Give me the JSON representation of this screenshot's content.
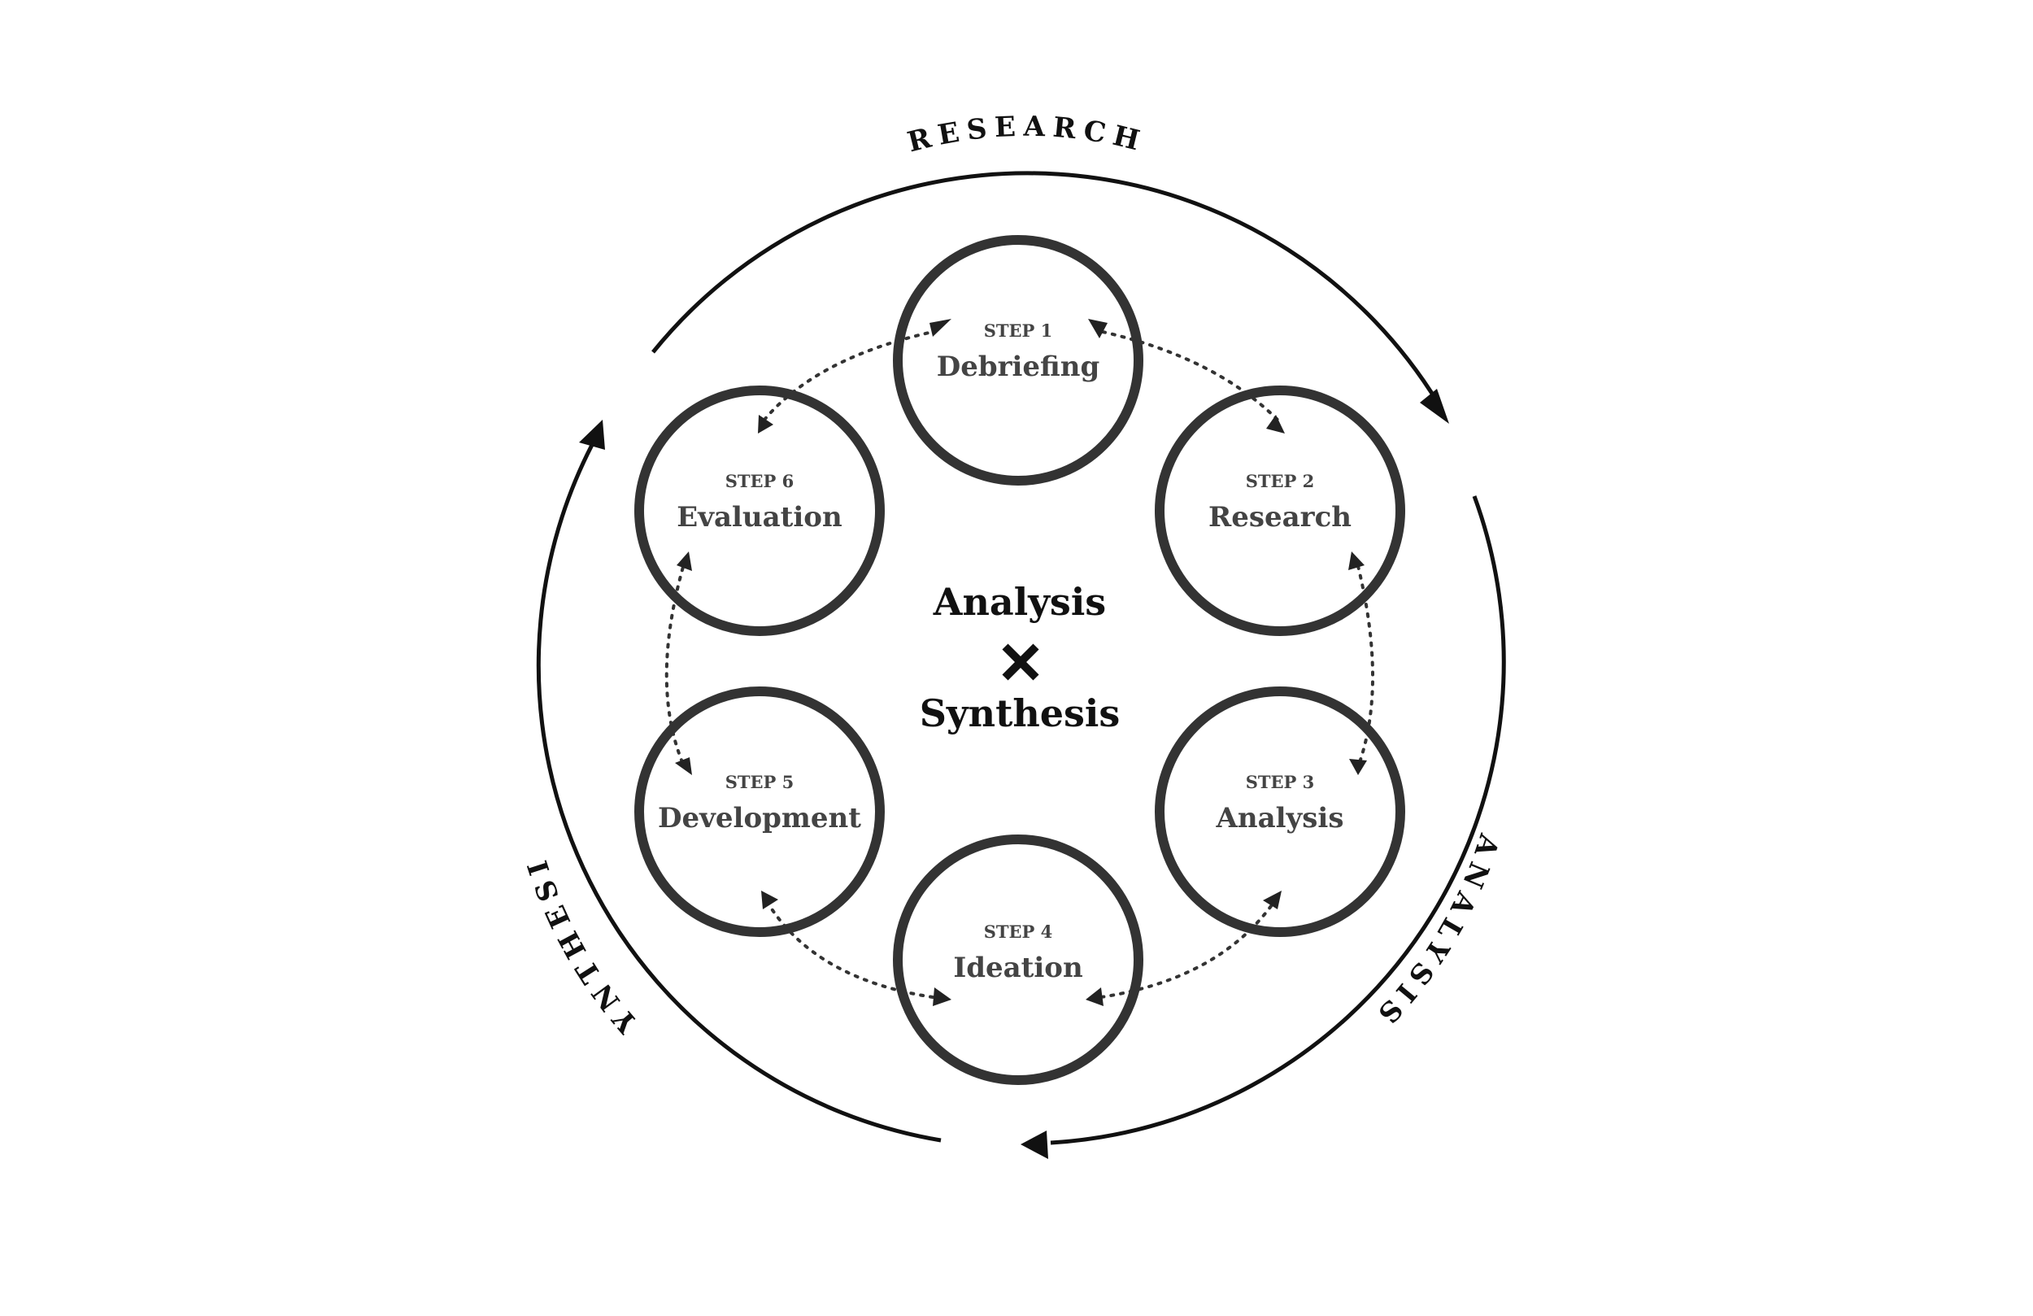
{
  "diagram": {
    "center": {
      "top_word": "Analysis",
      "bottom_word": "Synthesis"
    },
    "steps": [
      {
        "number_label": "STEP 1",
        "name": "Debriefing"
      },
      {
        "number_label": "STEP 2",
        "name": "Research"
      },
      {
        "number_label": "STEP 3",
        "name": "Analysis"
      },
      {
        "number_label": "STEP 4",
        "name": "Ideation"
      },
      {
        "number_label": "STEP 5",
        "name": "Development"
      },
      {
        "number_label": "STEP 6",
        "name": "Evaluation"
      }
    ],
    "phases": {
      "research": "RESEARCH",
      "analysis": "ANALYSIS",
      "synthesis": "SYNTHESIS"
    },
    "colors": {
      "ring": "#333333",
      "arrows": "#111111",
      "text": "#444444",
      "background": "#ffffff"
    }
  }
}
